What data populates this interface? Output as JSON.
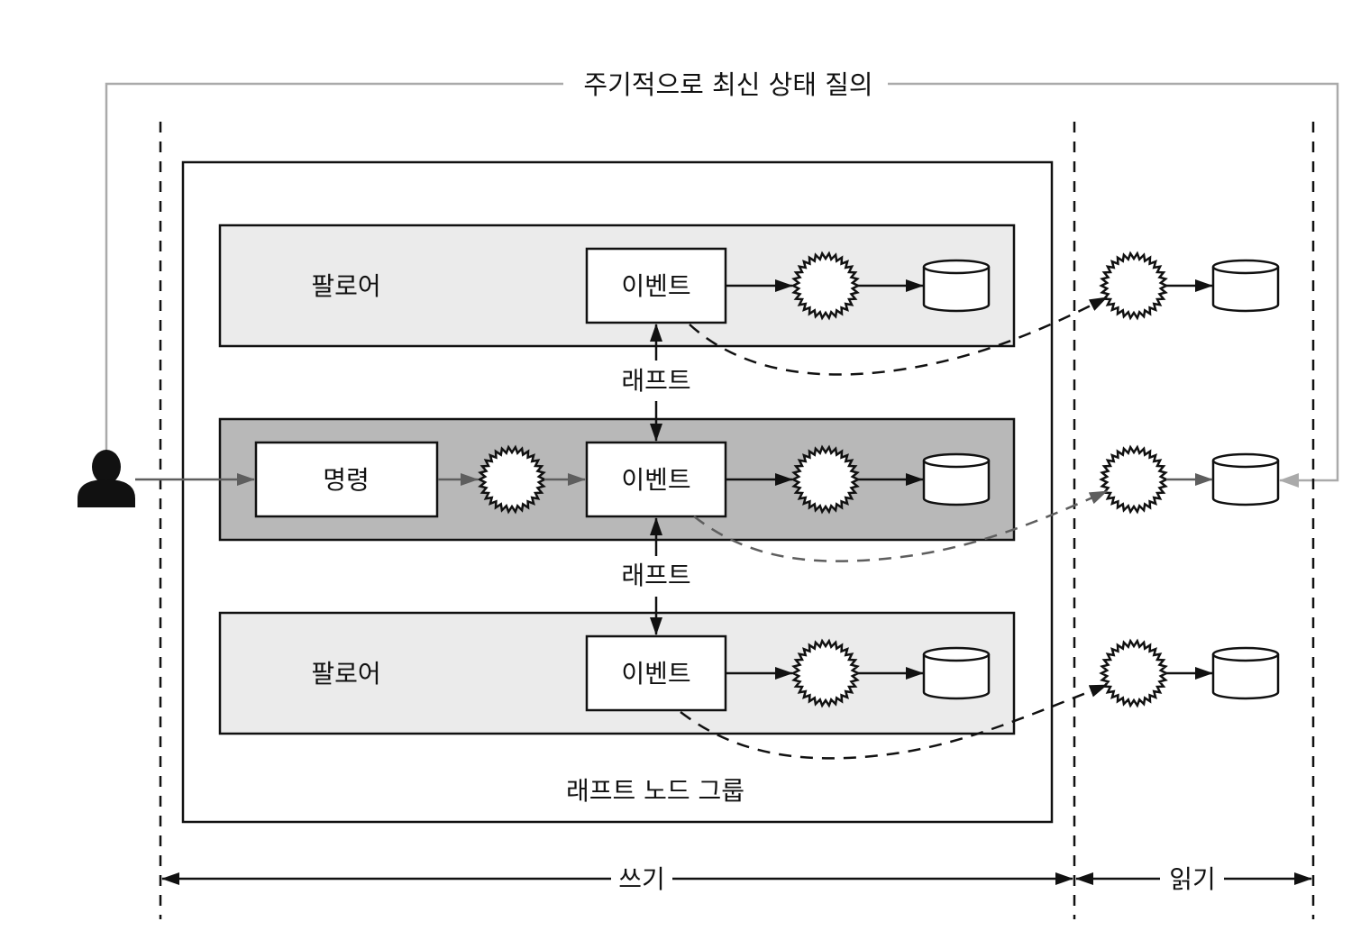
{
  "diagram": {
    "top_label": "주기적으로 최신 상태 질의",
    "group_label": "래프트 노드 그룹",
    "write_label": "쓰기",
    "read_label": "읽기",
    "user_icon": "person-icon",
    "colors": {
      "follower_fill": "#ebebeb",
      "leader_fill": "#b8b8b8",
      "box_fill": "#ffffff",
      "stroke": "#111111",
      "leader_flow": "#5e5e5e",
      "query_line": "#aaaaaa"
    },
    "rows": [
      {
        "role": "follower",
        "label": "팔로어",
        "event_label": "이벤트",
        "has_command": false
      },
      {
        "role": "leader",
        "label": "",
        "command_label": "명령",
        "event_label": "이벤트",
        "has_command": true
      },
      {
        "role": "follower",
        "label": "팔로어",
        "event_label": "이벤트",
        "has_command": false
      }
    ],
    "raft_links": [
      {
        "label": "래프트"
      },
      {
        "label": "래프트"
      }
    ],
    "read_side": [
      {
        "processor_icon": "event-processor-icon",
        "store_icon": "database-icon"
      },
      {
        "processor_icon": "event-processor-icon",
        "store_icon": "database-icon"
      },
      {
        "processor_icon": "event-processor-icon",
        "store_icon": "database-icon"
      }
    ]
  }
}
